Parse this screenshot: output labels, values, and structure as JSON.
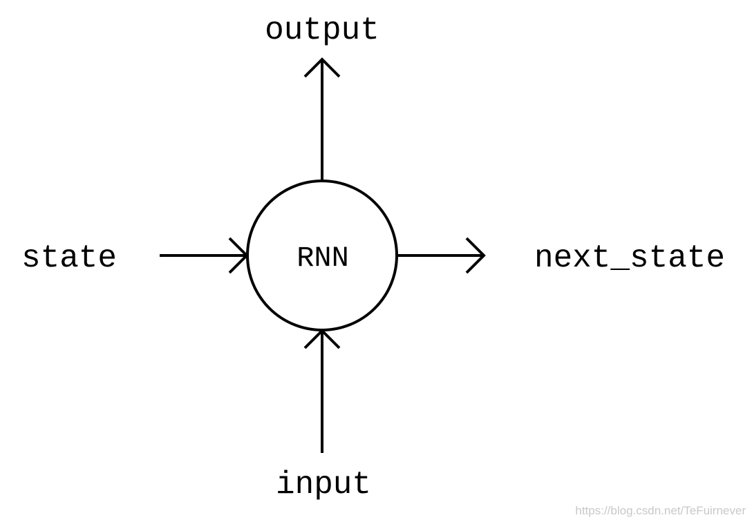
{
  "node": {
    "label": "RNN"
  },
  "labels": {
    "output": "output",
    "state": "state",
    "next_state": "next_state",
    "input": "input"
  },
  "watermark": "https://blog.csdn.net/TeFuirnever"
}
